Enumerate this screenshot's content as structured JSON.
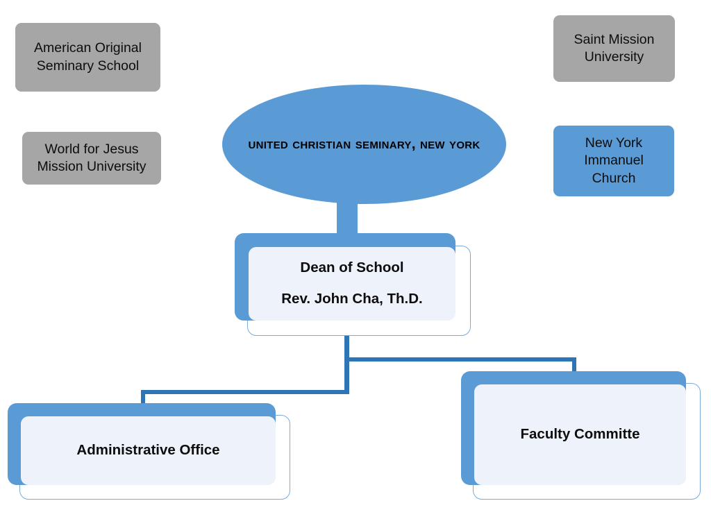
{
  "diagram": {
    "title": "United Christian Seminary, New York organizational chart",
    "background_color": "#ffffff",
    "palette": {
      "gray_fill": "#a6a6a6",
      "blue_fill": "#5b9bd5",
      "connector_blue": "#2e75b6",
      "light_panel_fill": "#eef3fb",
      "panel_outline": "#7aabdd",
      "text_color": "#0d0d0d"
    }
  },
  "affiliates": [
    {
      "id": "american-original-seminary-school",
      "label": "American Original\nSeminary School",
      "fill": "gray"
    },
    {
      "id": "world-for-jesus-mission-university",
      "label": "World for Jesus\nMission University",
      "fill": "gray"
    },
    {
      "id": "saint-mission-university",
      "label": "Saint Mission\nUniversity",
      "fill": "gray"
    },
    {
      "id": "new-york-immanuel-church",
      "label": "New York\nImmanuel\nChurch",
      "fill": "blue"
    }
  ],
  "root": {
    "id": "united-christian-seminary-new-york",
    "label": "United Christian Seminary,\nNew York",
    "shape": "ellipse"
  },
  "nodes": {
    "dean": {
      "id": "dean-of-school",
      "title": "Dean of School",
      "person": "Rev. John Cha, Th.D."
    },
    "administrative_office": {
      "id": "administrative-office",
      "title": "Administrative Office"
    },
    "faculty_committee": {
      "id": "faculty-committe",
      "title": "Faculty Committe"
    }
  },
  "chart_data": {
    "type": "diagram",
    "diagram_type": "organizational-chart",
    "orientation": "top-down",
    "title": "United Christian Seminary, New York",
    "nodes": [
      {
        "id": "united-christian-seminary-new-york",
        "label": "United Christian Seminary, New York",
        "shape": "ellipse",
        "fill": "#5b9bd5",
        "level": 0
      },
      {
        "id": "dean-of-school",
        "label": "Dean of School / Rev. John Cha, Th.D.",
        "shape": "layered-rectangle",
        "fill": "#eef3fb",
        "level": 1
      },
      {
        "id": "administrative-office",
        "label": "Administrative Office",
        "shape": "layered-rectangle",
        "fill": "#eef3fb",
        "level": 2
      },
      {
        "id": "faculty-committe",
        "label": "Faculty Committe",
        "shape": "layered-rectangle",
        "fill": "#eef3fb",
        "level": 2
      },
      {
        "id": "american-original-seminary-school",
        "label": "American Original Seminary School",
        "shape": "rounded-rectangle",
        "fill": "#a6a6a6",
        "level": null
      },
      {
        "id": "world-for-jesus-mission-university",
        "label": "World for Jesus Mission University",
        "shape": "rounded-rectangle",
        "fill": "#a6a6a6",
        "level": null
      },
      {
        "id": "saint-mission-university",
        "label": "Saint Mission University",
        "shape": "rounded-rectangle",
        "fill": "#a6a6a6",
        "level": null
      },
      {
        "id": "new-york-immanuel-church",
        "label": "New York Immanuel Church",
        "shape": "rounded-rectangle",
        "fill": "#5b9bd5",
        "level": null
      }
    ],
    "edges": [
      {
        "from": "united-christian-seminary-new-york",
        "to": "dean-of-school",
        "style": "straight",
        "color": "#5b9bd5"
      },
      {
        "from": "dean-of-school",
        "to": "administrative-office",
        "style": "orthogonal",
        "color": "#2e75b6"
      },
      {
        "from": "dean-of-school",
        "to": "faculty-committe",
        "style": "orthogonal",
        "color": "#2e75b6"
      }
    ]
  }
}
